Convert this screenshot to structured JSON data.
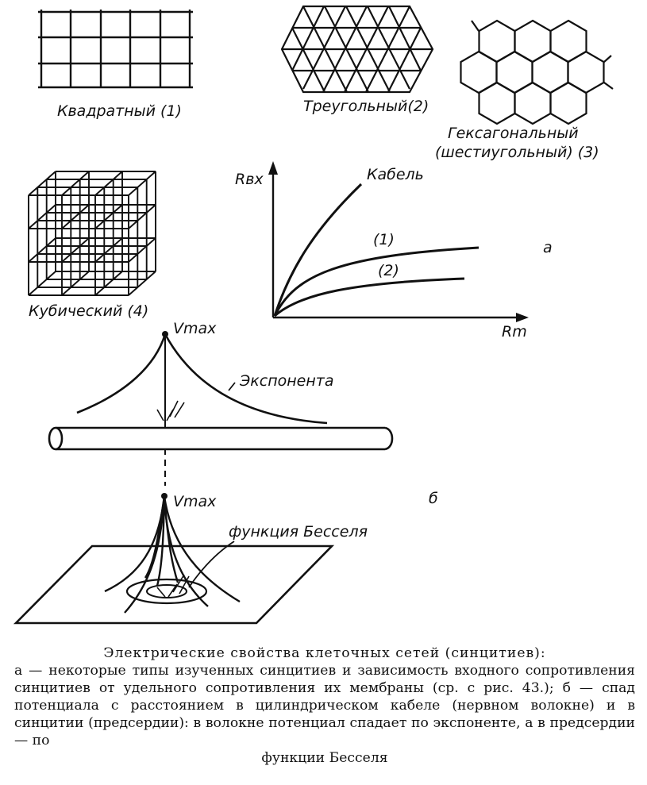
{
  "panel_labels": {
    "square": "Квадратный (1)",
    "triangular": "Треугольный(2)",
    "hexagonal_line1": "Гексагональный",
    "hexagonal_line2": "(шестиугольный) (3)",
    "cubic": "Кубический (4)",
    "part_a": "а",
    "part_b": "б"
  },
  "graph": {
    "y_axis": "Rвх",
    "x_axis": "Rm",
    "curve_cable": "Кабель",
    "curve_1": "(1)",
    "curve_2": "(2)"
  },
  "cable": {
    "vmax": "Vmax",
    "curve": "Экспонента"
  },
  "plane": {
    "vmax": "Vmax",
    "curve": "функция Бесселя"
  },
  "caption": {
    "title": "Электрические свойства клеточных сетей (синцитиев):",
    "body": "а — некоторые типы изученных синцитиев и зависимость входного сопротивления синцитиев от удельного сопротивления их мембраны (ср. с рис. 43.); б — спад потенциала с расстоянием в цилиндрическом кабеле (нервном волокне) и в синцитии (предсердии): в волокне потенциал спадает по экспоненте, а в предсердии — по",
    "last": "функции Бесселя"
  }
}
